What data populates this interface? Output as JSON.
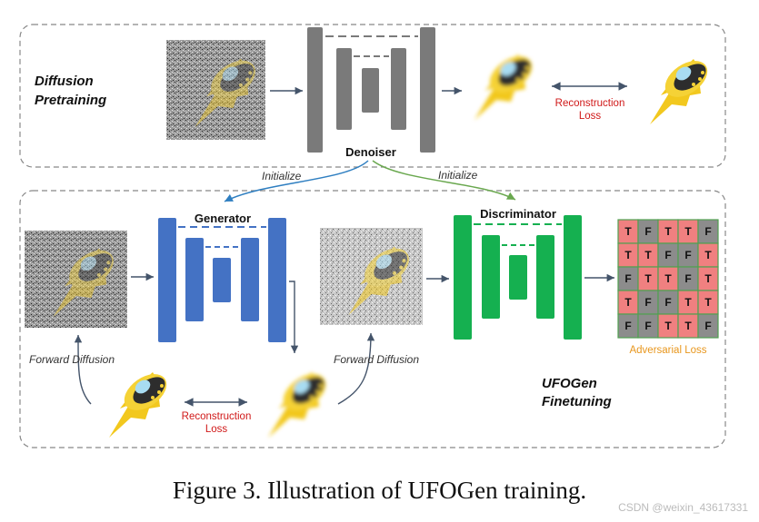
{
  "sections": {
    "pretraining": {
      "line1": "Diffusion",
      "line2": "Pretraining"
    },
    "finetuning": {
      "line1": "UFOGen",
      "line2": "Finetuning"
    }
  },
  "networks": {
    "denoiser": "Denoiser",
    "generator": "Generator",
    "discriminator": "Discriminator"
  },
  "initialize_labels": [
    "Initialize",
    "Initialize"
  ],
  "forward_diffusion_labels": [
    "Forward Diffusion",
    "Forward Diffusion"
  ],
  "reconstruction_loss": {
    "line1": "Reconstruction",
    "line2": "Loss"
  },
  "adversarial_loss": "Adversarial Loss",
  "tf_grid": [
    [
      "T",
      "F",
      "T",
      "T",
      "F"
    ],
    [
      "T",
      "T",
      "F",
      "F",
      "T"
    ],
    [
      "F",
      "T",
      "T",
      "F",
      "T"
    ],
    [
      "T",
      "F",
      "F",
      "T",
      "T"
    ],
    [
      "F",
      "F",
      "T",
      "T",
      "F"
    ]
  ],
  "colors": {
    "denoiser": "#7a7a7a",
    "generator": "#4472c4",
    "discriminator": "#15b050",
    "true_cell": "#f08080",
    "false_cell": "#8c8c8c",
    "grid_line": "#50a050",
    "ufo_flame": "#f2c81e",
    "init_blue": "#2f7fc1",
    "init_green": "#6aa84f"
  },
  "caption": "Figure 3. Illustration of UFOGen training.",
  "watermark": "CSDN @weixin_43617331"
}
